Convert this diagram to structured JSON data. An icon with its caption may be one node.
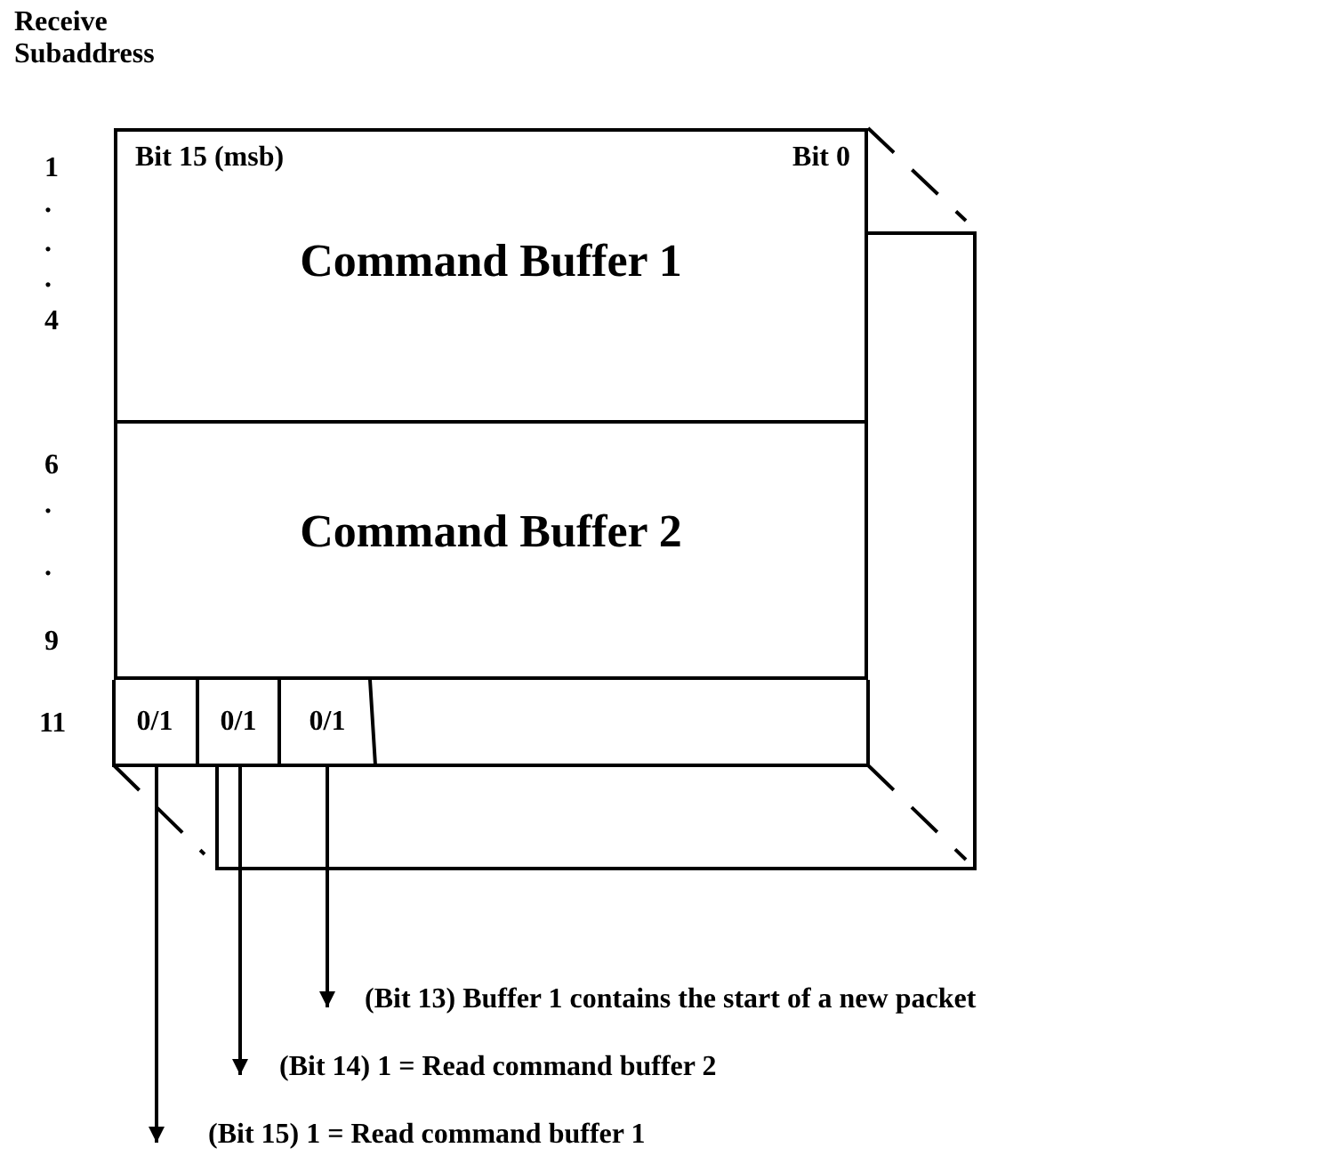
{
  "diagram": {
    "nodes": [
      {
        "text": [
          "Bit 15 (msb)",
          "Bit 0",
          "Command Buffer 1"
        ]
      },
      {
        "text": [
          "Command Buffer 2"
        ]
      },
      {
        "text": [
          "0/1"
        ]
      },
      {
        "text": [
          "0/1"
        ]
      },
      {
        "text": [
          "0/1"
        ]
      },
      {
        "text": [
          "(Bit 13) Buffer 1 contains the start of a new packet"
        ]
      },
      {
        "text": [
          "(Bit 14) 1 = Read command buffer 2"
        ]
      },
      {
        "text": [
          "(Bit 15) 1 = Read command buffer 1"
        ]
      }
    ],
    "edges": [
      {
        "from": 2,
        "to": 7,
        "arrow": "to"
      },
      {
        "from": 3,
        "to": 6,
        "arrow": "to"
      },
      {
        "from": 4,
        "to": 5,
        "arrow": "to"
      }
    ],
    "labels": [
      "Receive Subaddress",
      "1",
      ".",
      ".",
      ".",
      "4",
      "6",
      ".",
      ".",
      "9",
      "11"
    ]
  }
}
